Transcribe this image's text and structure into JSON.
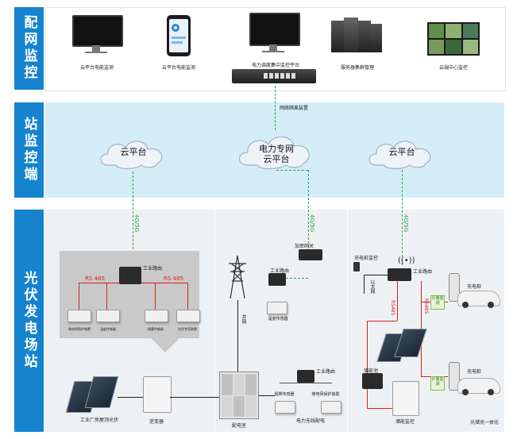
{
  "sections": {
    "top": "配网监控",
    "middle": "站监控端",
    "bottom": "光伏发电场站"
  },
  "top_row": {
    "items": [
      "云平台电能监测",
      "云平台电能监测",
      "电力调度集中监控平台",
      "服务器集群管理",
      "云端中心监控"
    ]
  },
  "middle_row": {
    "isolation_label": "网络隔离装置",
    "clouds": [
      "云平台",
      "电力专网\n云平台",
      "云平台"
    ]
  },
  "links": {
    "left": "4G/5G",
    "middle": "4G/5G",
    "right": "4G/5G"
  },
  "left_station": {
    "router": "工业路由",
    "rs485_left": "RS 485",
    "rs485_right": "RS 485",
    "devices": [
      "微电网保护装置",
      "温度传感器",
      "烟雾传感器",
      "光伏专用装置"
    ],
    "panel_label": "工业厂房屋顶光伏",
    "inverter_label": "逆变器"
  },
  "middle_station": {
    "enc_gateway": "加密网关",
    "router_top": "工业路由",
    "temp_sensor": "温度传感器",
    "grid": "并网",
    "router_bottom": "工业路由",
    "smoke_sensor": "烟雾传感器",
    "power_protect": "微电网保护装置",
    "switchgear_label": "配电室",
    "wireless_label": "电力无线配电"
  },
  "right_station": {
    "charger_monitor": "充电桩监控",
    "router": "工业路由",
    "ethernet": "以太网",
    "rs485_a": "RS485",
    "rs485_b": "RS485",
    "charger_top": "充电桩",
    "meter_top": "计量监测",
    "charger_bottom": "充电桩",
    "meter_bottom": "计量监测",
    "battery": "储能池",
    "storage_monitor": "储能监控",
    "integrated_label": "光储充一体化"
  }
}
